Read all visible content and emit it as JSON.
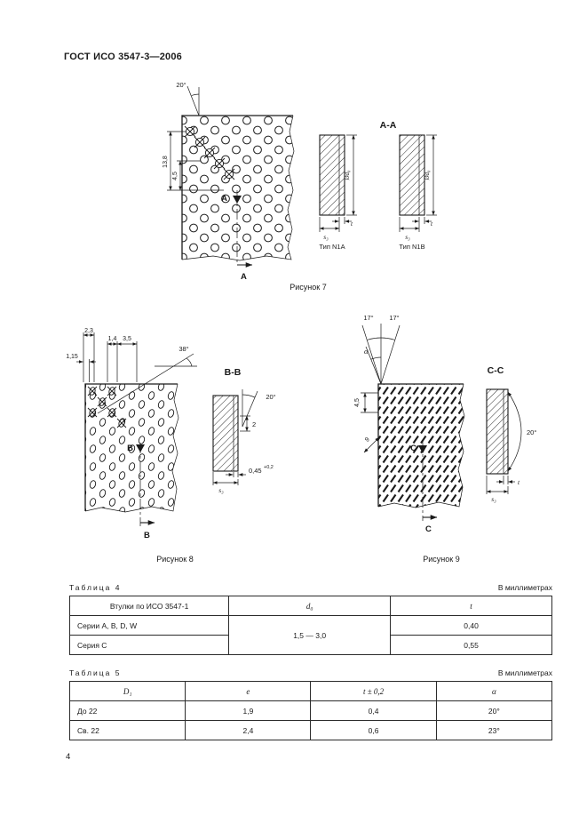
{
  "doc": {
    "header": "ГОСТ ИСО 3547-3—2006",
    "page_number": "4"
  },
  "fig7": {
    "caption": "Рисунок 7",
    "angle_20": "20°",
    "dim_13_8": "13,8",
    "dim_4_5": "4,5",
    "section_letter": "А",
    "section_title": "А-А",
    "dia_label": "Ød₀",
    "s3_label": "s₃",
    "t_label": "t",
    "type_n1a": "Тип N1A",
    "type_n1b": "Тип N1B"
  },
  "fig8": {
    "caption": "Рисунок 8",
    "dim_2_3": "2,3",
    "dim_1_4": "1,4",
    "dim_3_5": "3,5",
    "dim_1_15": "1,15",
    "angle_38": "38°",
    "angle_20": "20°",
    "dim_2": "2",
    "tol_base": "0,45",
    "tol_sup": "+0,2",
    "s3_label": "s₃",
    "section_letter": "В",
    "section_title": "В-В"
  },
  "fig9": {
    "caption": "Рисунок 9",
    "angle_17_left": "17°",
    "angle_17_right": "17°",
    "alpha_label": "α",
    "dim_4_5": "4,5",
    "dim_9": "9",
    "angle_20": "20°",
    "t_label": "t",
    "s3_label": "s₃",
    "section_letter": "С",
    "section_title": "С-С"
  },
  "table4": {
    "title": "Таблица 4",
    "units": "В миллиметрах",
    "col_bushings": "Втулки по ИСО 3547-1",
    "col_d0": "d₀",
    "col_t": "t",
    "d0_range": "1,5 — 3,0",
    "rows": [
      {
        "series": "Серии A, B, D, W",
        "t": "0,40"
      },
      {
        "series": "Серия С",
        "t": "0,55"
      }
    ]
  },
  "table5": {
    "title": "Таблица 5",
    "units": "В миллиметрах",
    "col_d": "D₁",
    "col_e": "e",
    "col_t": "t ± 0,2",
    "col_alpha": "α",
    "rows": [
      {
        "d": "До 22",
        "e": "1,9",
        "t": "0,4",
        "alpha": "20°"
      },
      {
        "d": "Св. 22",
        "e": "2,4",
        "t": "0,6",
        "alpha": "23°"
      }
    ]
  }
}
